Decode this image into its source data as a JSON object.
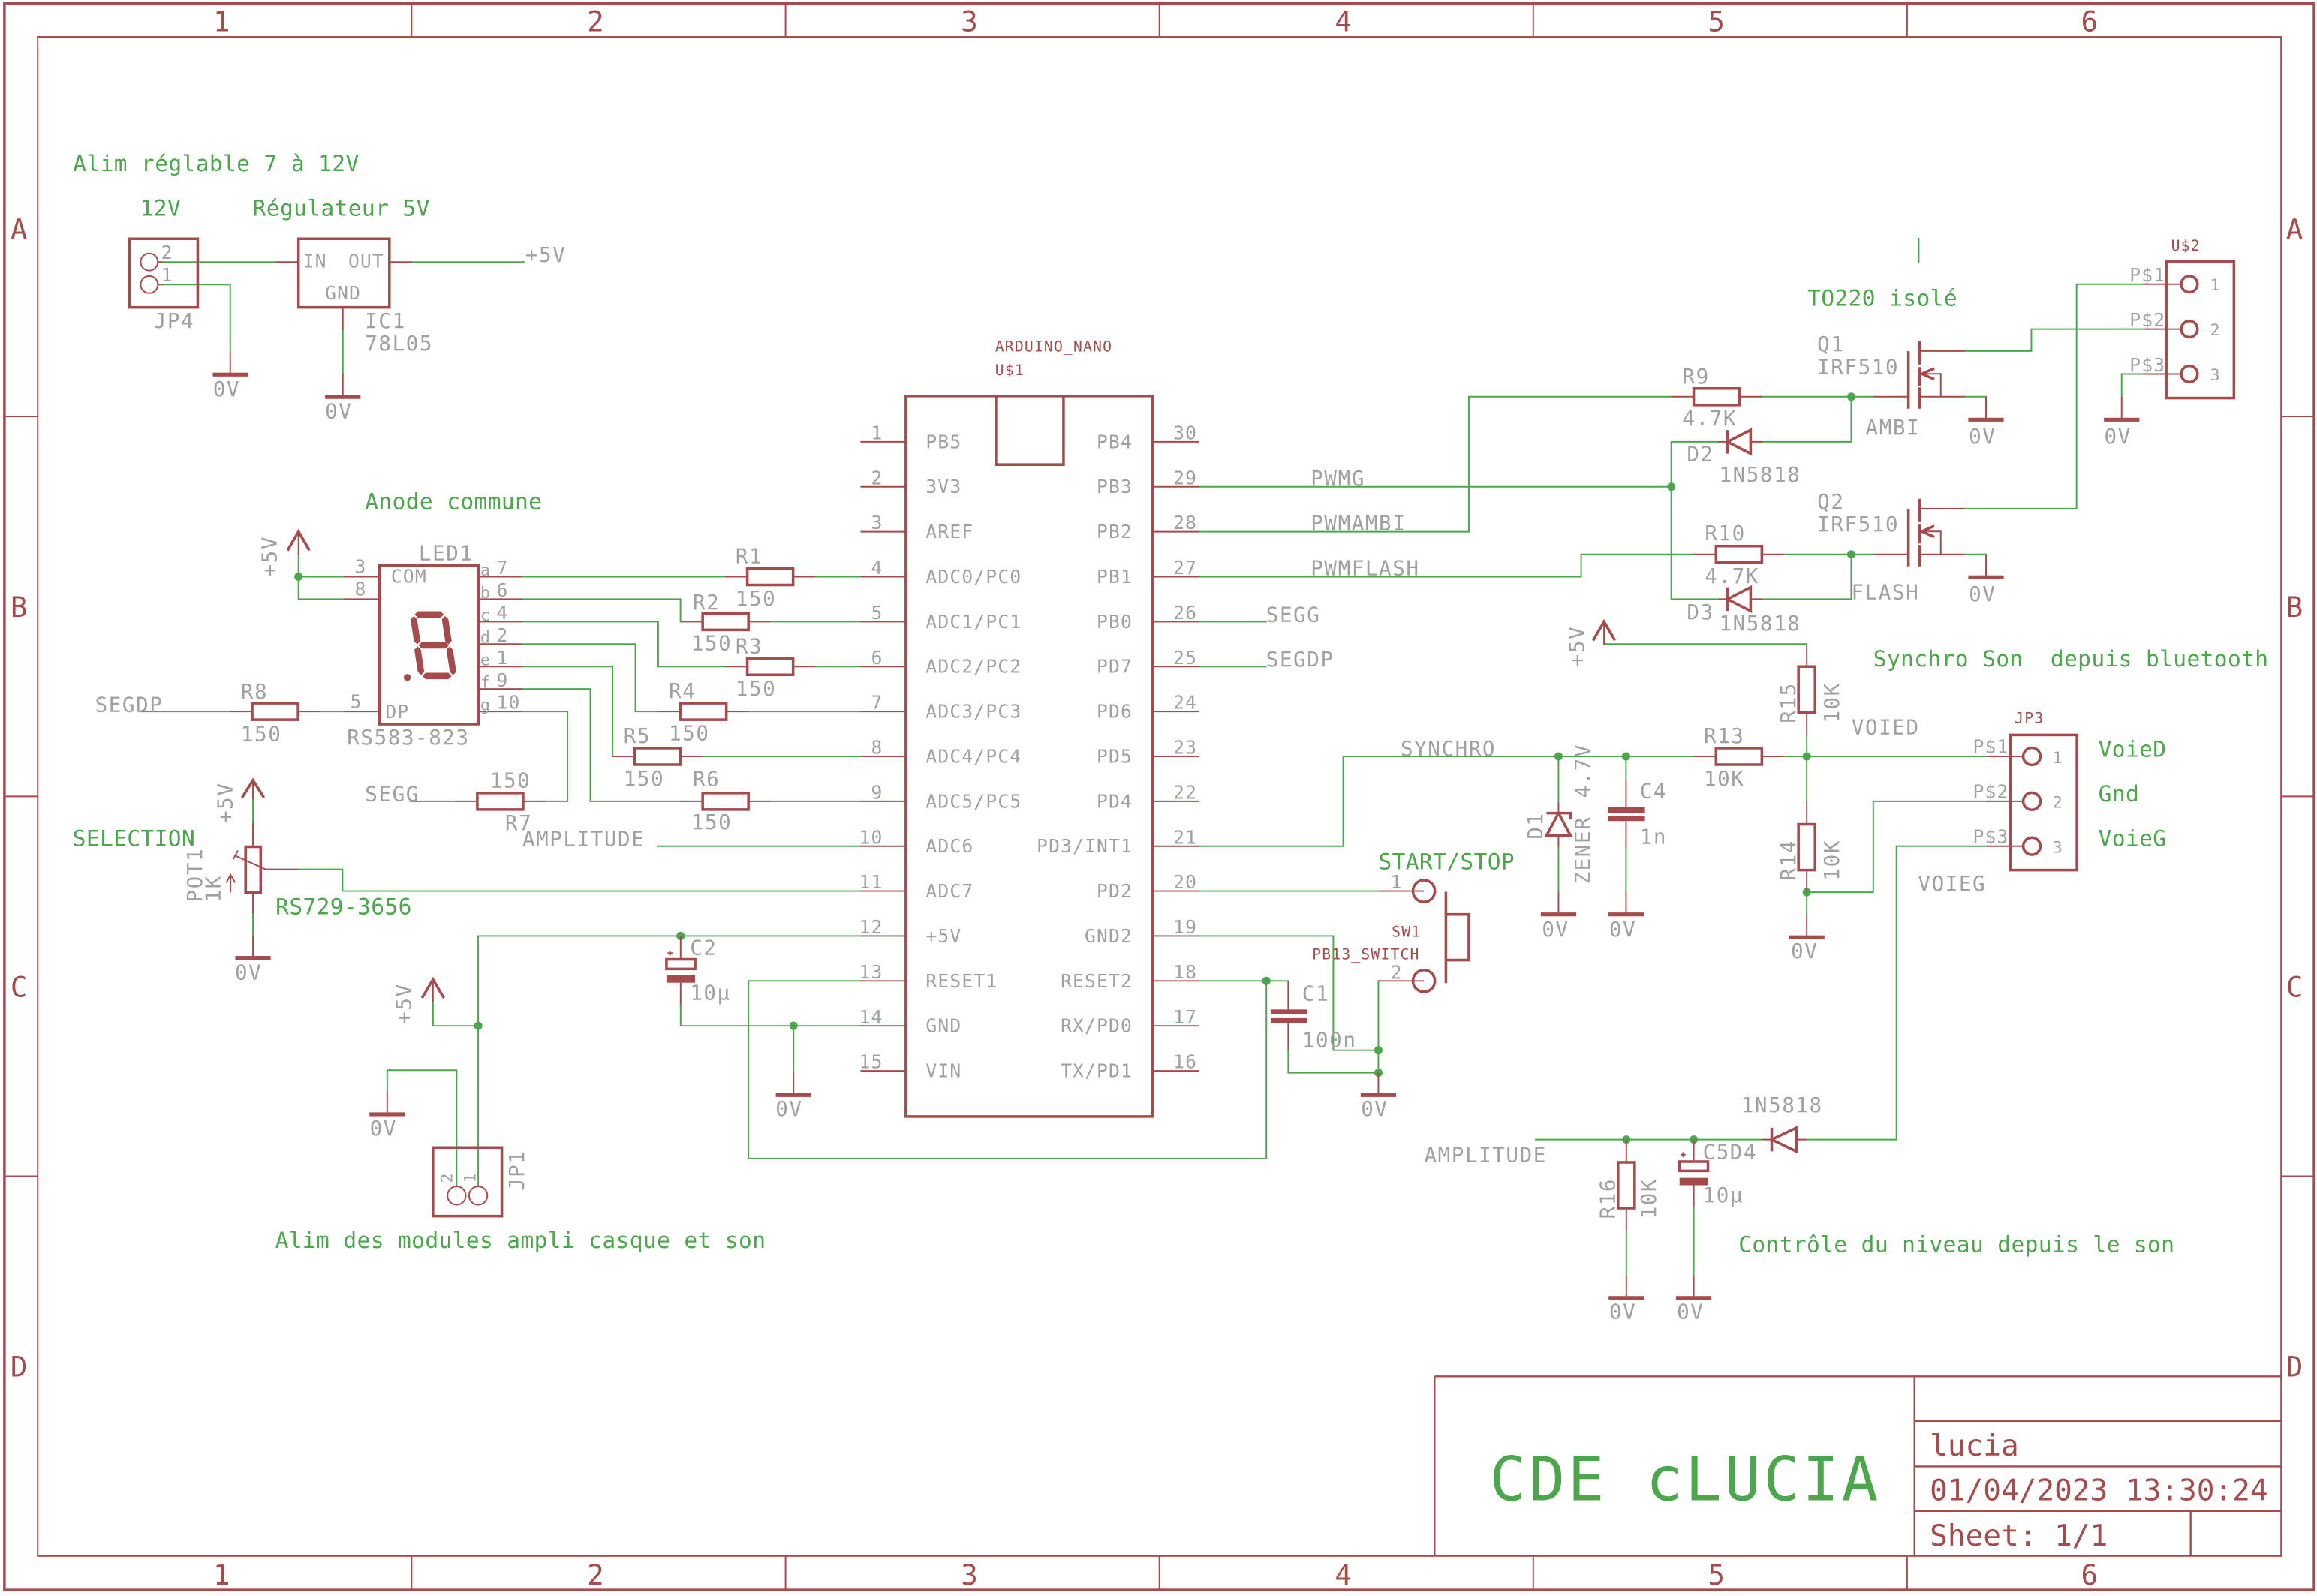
{
  "palette": {
    "wire": "#4ca64c",
    "symbol": "#a54b4b",
    "label": "#a0a0a0"
  },
  "sheet": {
    "columns": [
      "1",
      "2",
      "3",
      "4",
      "5",
      "6"
    ],
    "rows": [
      "A",
      "B",
      "C",
      "D"
    ]
  },
  "title_block": {
    "title": "CDE cLUCIA",
    "author": "lucia",
    "datetime": "01/04/2023 13:30:24",
    "sheet": "Sheet: 1/1"
  },
  "notes": {
    "alim_reglable": "Alim réglable 7 à 12V",
    "input_12v": "12V",
    "regulateur": "Régulateur 5V",
    "anode_commune": "Anode commune",
    "selection": "SELECTION",
    "alim_modules": "Alim des modules ampli casque et son",
    "to220": "TO220 isolé",
    "synchro_son": "Synchro Son  depuis bluetooth",
    "start_stop": "START/STOP",
    "voie_d": "VoieD",
    "gnd": "Gnd",
    "voie_g": "VoieG",
    "controle_niveau": "Contrôle du niveau depuis le son"
  },
  "supplies": {
    "vcc": "+5V",
    "gnd": "0V"
  },
  "nets": {
    "pwmg": "PWMG",
    "pwmambi": "PWMAMBI",
    "pwmflash": "PWMFLASH",
    "segg": "SEGG",
    "segdp": "SEGDP",
    "synchro": "SYNCHRO",
    "amplitude": "AMPLITUDE",
    "ambi": "AMBI",
    "flash": "FLASH",
    "voied": "VOIED",
    "voieg": "VOIEG"
  },
  "components": {
    "jp4": {
      "name": "JP4",
      "pins": [
        "1",
        "2"
      ]
    },
    "ic1": {
      "name": "IC1",
      "value": "78L05",
      "pins": {
        "in": "IN",
        "out": "OUT",
        "gnd": "GND"
      }
    },
    "led1": {
      "name": "LED1",
      "value": "RS583-823",
      "com_label": "COM",
      "dp_label": "DP",
      "com_pins": [
        "3",
        "8"
      ],
      "dp_pin": "5",
      "segments": [
        {
          "letter": "a",
          "pin": "7"
        },
        {
          "letter": "b",
          "pin": "6"
        },
        {
          "letter": "c",
          "pin": "4"
        },
        {
          "letter": "d",
          "pin": "2"
        },
        {
          "letter": "e",
          "pin": "1"
        },
        {
          "letter": "f",
          "pin": "9"
        },
        {
          "letter": "g",
          "pin": "10"
        }
      ]
    },
    "r1": {
      "name": "R1",
      "value": "150"
    },
    "r2": {
      "name": "R2",
      "value": "150"
    },
    "r3": {
      "name": "R3",
      "value": "150"
    },
    "r4": {
      "name": "R4",
      "value": "150"
    },
    "r5": {
      "name": "R5",
      "value": "150"
    },
    "r6": {
      "name": "R6",
      "value": "150"
    },
    "r7": {
      "name": "R7",
      "value": "150"
    },
    "r8": {
      "name": "R8",
      "value": "150"
    },
    "r9": {
      "name": "R9",
      "value": "4.7K"
    },
    "r10": {
      "name": "R10",
      "value": "4.7K"
    },
    "r13": {
      "name": "R13",
      "value": "10K"
    },
    "r14": {
      "name": "R14",
      "value": "10K"
    },
    "r15": {
      "name": "R15",
      "value": "10K"
    },
    "r16": {
      "name": "R16",
      "value": "10K"
    },
    "pot1": {
      "name": "POT1",
      "value": "1K",
      "part": "RS729-3656"
    },
    "u1": {
      "name": "U$1",
      "value": "ARDUINO_NANO",
      "left_pins": [
        {
          "num": "1",
          "name": "PB5"
        },
        {
          "num": "2",
          "name": "3V3"
        },
        {
          "num": "3",
          "name": "AREF"
        },
        {
          "num": "4",
          "name": "ADC0/PC0"
        },
        {
          "num": "5",
          "name": "ADC1/PC1"
        },
        {
          "num": "6",
          "name": "ADC2/PC2"
        },
        {
          "num": "7",
          "name": "ADC3/PC3"
        },
        {
          "num": "8",
          "name": "ADC4/PC4"
        },
        {
          "num": "9",
          "name": "ADC5/PC5"
        },
        {
          "num": "10",
          "name": "ADC6"
        },
        {
          "num": "11",
          "name": "ADC7"
        },
        {
          "num": "12",
          "name": "+5V"
        },
        {
          "num": "13",
          "name": "RESET1"
        },
        {
          "num": "14",
          "name": "GND"
        },
        {
          "num": "15",
          "name": "VIN"
        }
      ],
      "right_pins": [
        {
          "num": "30",
          "name": "PB4"
        },
        {
          "num": "29",
          "name": "PB3"
        },
        {
          "num": "28",
          "name": "PB2"
        },
        {
          "num": "27",
          "name": "PB1"
        },
        {
          "num": "26",
          "name": "PB0"
        },
        {
          "num": "25",
          "name": "PD7"
        },
        {
          "num": "24",
          "name": "PD6"
        },
        {
          "num": "23",
          "name": "PD5"
        },
        {
          "num": "22",
          "name": "PD4"
        },
        {
          "num": "21",
          "name": "PD3/INT1"
        },
        {
          "num": "20",
          "name": "PD2"
        },
        {
          "num": "19",
          "name": "GND2"
        },
        {
          "num": "18",
          "name": "RESET2"
        },
        {
          "num": "17",
          "name": "RX/PD0"
        },
        {
          "num": "16",
          "name": "TX/PD1"
        }
      ]
    },
    "c1": {
      "name": "C1",
      "value": "100n"
    },
    "c2": {
      "name": "C2",
      "value": "10µ"
    },
    "c4": {
      "name": "C4",
      "value": "1n"
    },
    "c5": {
      "name": "C5",
      "value": "10µ"
    },
    "d1": {
      "name": "D1",
      "value": "ZENER",
      "rating": "4.7V"
    },
    "d2": {
      "name": "D2",
      "value": "1N5818"
    },
    "d3": {
      "name": "D3",
      "value": "1N5818"
    },
    "d4": {
      "name": "D4",
      "value": "1N5818"
    },
    "q1": {
      "name": "Q1",
      "value": "IRF510"
    },
    "q2": {
      "name": "Q2",
      "value": "IRF510"
    },
    "sw1": {
      "name": "SW1",
      "value": "PB13_SWITCH",
      "pins": [
        "1",
        "2"
      ]
    },
    "jp1": {
      "name": "JP1",
      "pins": [
        "1",
        "2"
      ]
    },
    "jp3": {
      "name": "JP3",
      "pins": [
        {
          "num": "1",
          "pad": "P$1"
        },
        {
          "num": "2",
          "pad": "P$2"
        },
        {
          "num": "3",
          "pad": "P$3"
        }
      ]
    },
    "u2": {
      "name": "U$2",
      "pins": [
        {
          "num": "1",
          "pad": "P$1"
        },
        {
          "num": "2",
          "pad": "P$2"
        },
        {
          "num": "3",
          "pad": "P$3"
        }
      ]
    }
  }
}
